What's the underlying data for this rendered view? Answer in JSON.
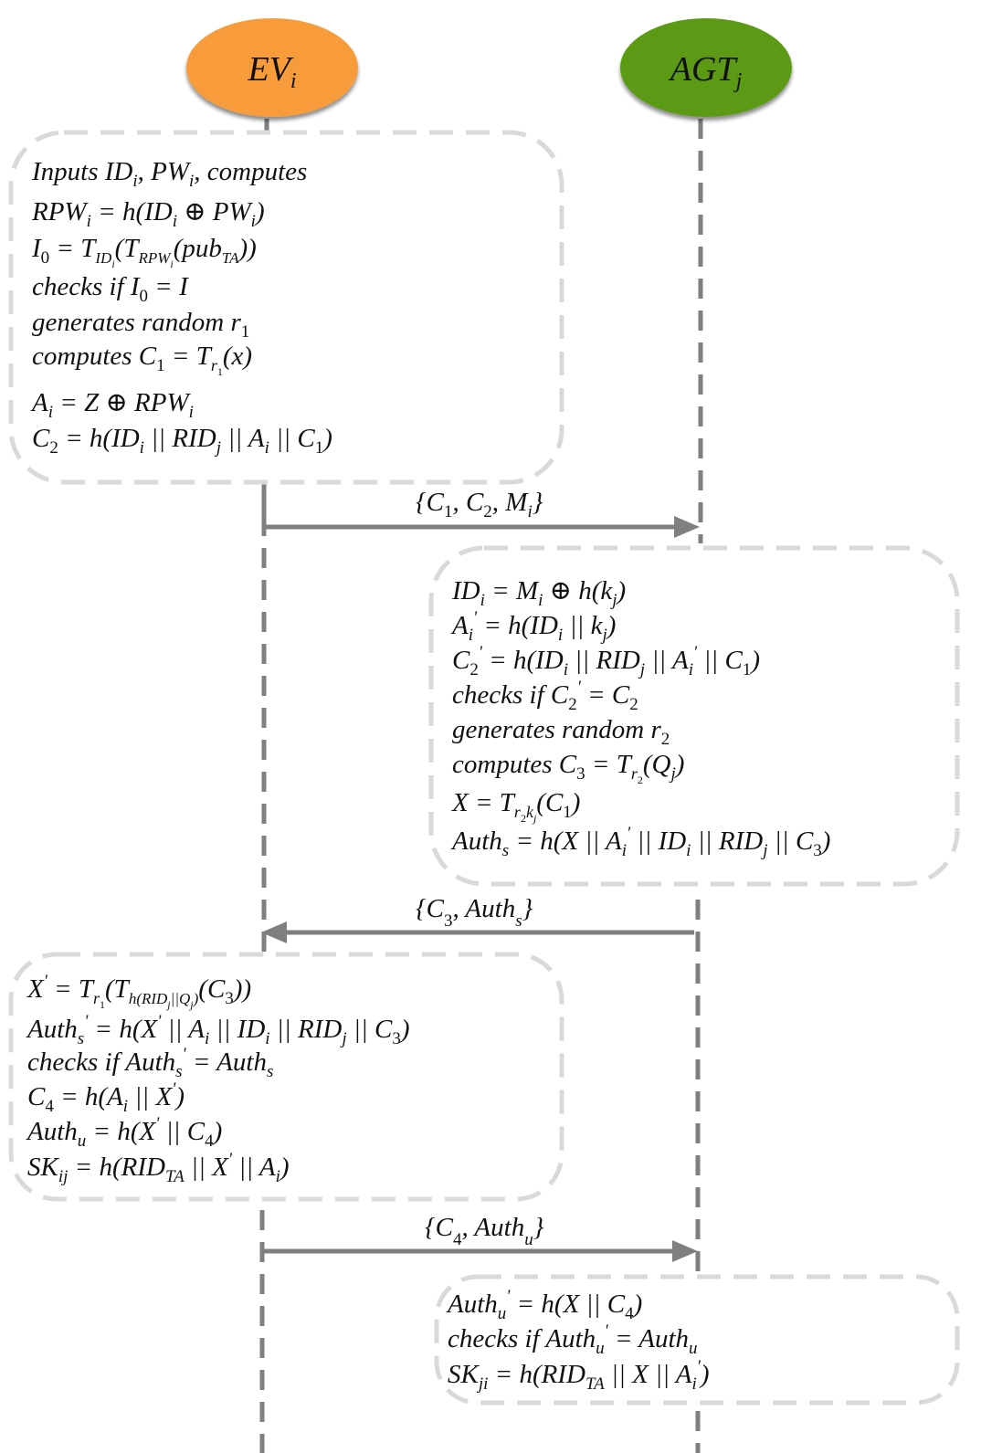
{
  "actors": {
    "ev": {
      "label": "EV",
      "sub": "i",
      "color": "#f79b3a"
    },
    "agt": {
      "label": "AGT",
      "sub": "j",
      "color": "#5b9a12"
    }
  },
  "block1": [
    "Inputs ID_i, PW_i, computes",
    "RPW_i = h(ID_i ⊕ PW_i)",
    "I_0 = T_{ID_i}(T_{RPW_i}(pub_TA))",
    "checks if I_0 = I",
    "generates random r_1",
    "computes C_1 = T_{r_1}(x)",
    "A_i = Z ⊕ RPW_i",
    "C_2 = h(ID_i || RID_j || A_i || C_1)"
  ],
  "msg1": "{C_1, C_2, M_i}",
  "block2": [
    "ID_i = M_i ⊕ h(k_j)",
    "A_i' = h(ID_i || k_j)",
    "C_2' = h(ID_i || RID_j || A_i' || C_1)",
    "checks if C_2' = C_2",
    "generates random r_2",
    "computes C_3 = T_{r_2}(Q_j)",
    "X = T_{r_2k_j}(C_1)",
    "Auth_s = h(X || A_i' || ID_i || RID_j || C_3)"
  ],
  "msg2": "{C_3, Auth_s}",
  "block3": [
    "X' = T_{r_1}(T_{h(RID_j||Q_j)}(C_3))",
    "Auth_s' = h(X' || A_i || ID_i || RID_j || C_3)",
    "checks if Auth_s' = Auth_s",
    "C_4 = h(A_i || X')",
    "Auth_u = h(X' || C_4)",
    "SK_ij = h(RID_TA || X' || A_i)"
  ],
  "msg3": "{C_4, Auth_u}",
  "block4": [
    "Auth_u' = h(X || C_4)",
    "checks if Auth_u' = Auth_u",
    "SK_ji = h(RID_TA || X || A_i')"
  ],
  "colors": {
    "lifeline": "#7f7f7f",
    "box_border": "#d9d9d9",
    "arrow": "#7f7f7f"
  }
}
